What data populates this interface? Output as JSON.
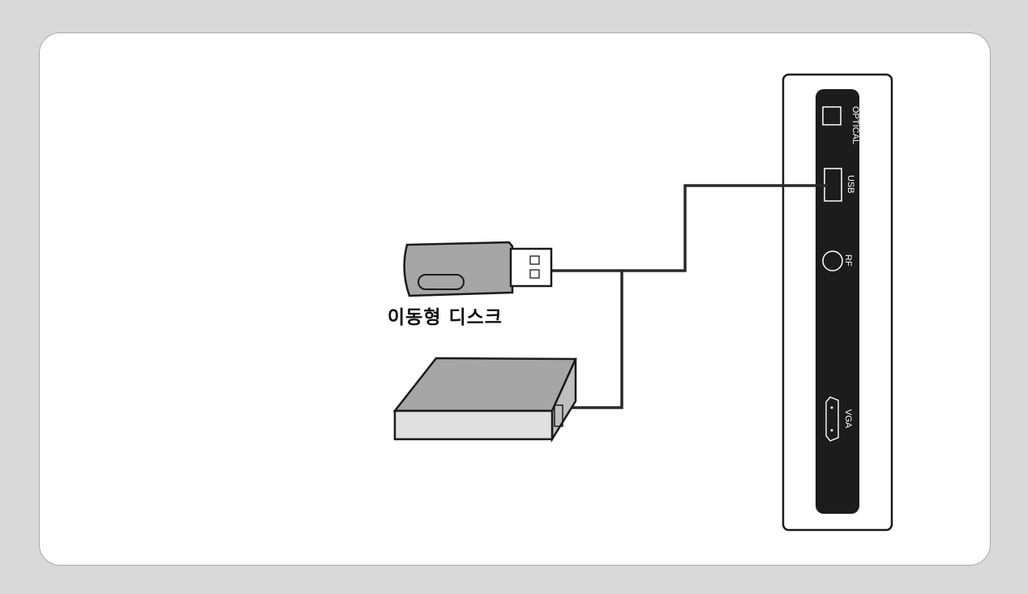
{
  "caption": "이동형 디스크",
  "panel": {
    "ports": [
      {
        "id": "optical",
        "label": "OPTICAL",
        "icon": "optical-port-icon"
      },
      {
        "id": "usb",
        "label": "USB",
        "icon": "usb-port-icon"
      },
      {
        "id": "rf",
        "label": "RF",
        "icon": "rf-port-icon"
      },
      {
        "id": "vga",
        "label": "VGA",
        "icon": "vga-port-icon"
      }
    ]
  },
  "colors": {
    "background": "#d9d9d9",
    "card": "#ffffff",
    "panel": "#1c1c1c",
    "device": "#a6a6a6",
    "cable": "#2a2a2a"
  }
}
